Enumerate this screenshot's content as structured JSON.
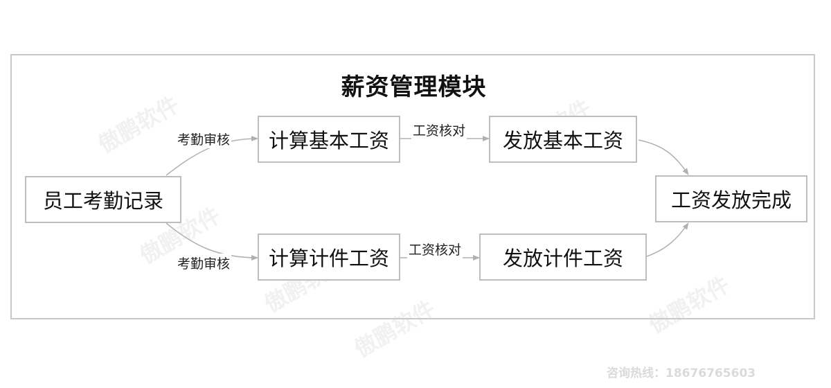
{
  "diagram": {
    "title": "薪资管理模块",
    "nodes": {
      "attendance_record": "员工考勤记录",
      "calc_basic": "计算基本工资",
      "pay_basic": "发放基本工资",
      "calc_piece": "计算计件工资",
      "pay_piece": "发放计件工资",
      "done": "工资发放完成"
    },
    "edges": {
      "attendance_to_basic": "考勤审核",
      "attendance_to_piece": "考勤审核",
      "basic_check": "工资核对",
      "piece_check": "工资核对"
    }
  },
  "watermark": {
    "text": "傲鹏软件",
    "contact": "咨询热线：18676765603"
  },
  "colors": {
    "border": "#bdbdbd",
    "frame": "#c8c8c8",
    "arrow": "#b0b0b0"
  }
}
